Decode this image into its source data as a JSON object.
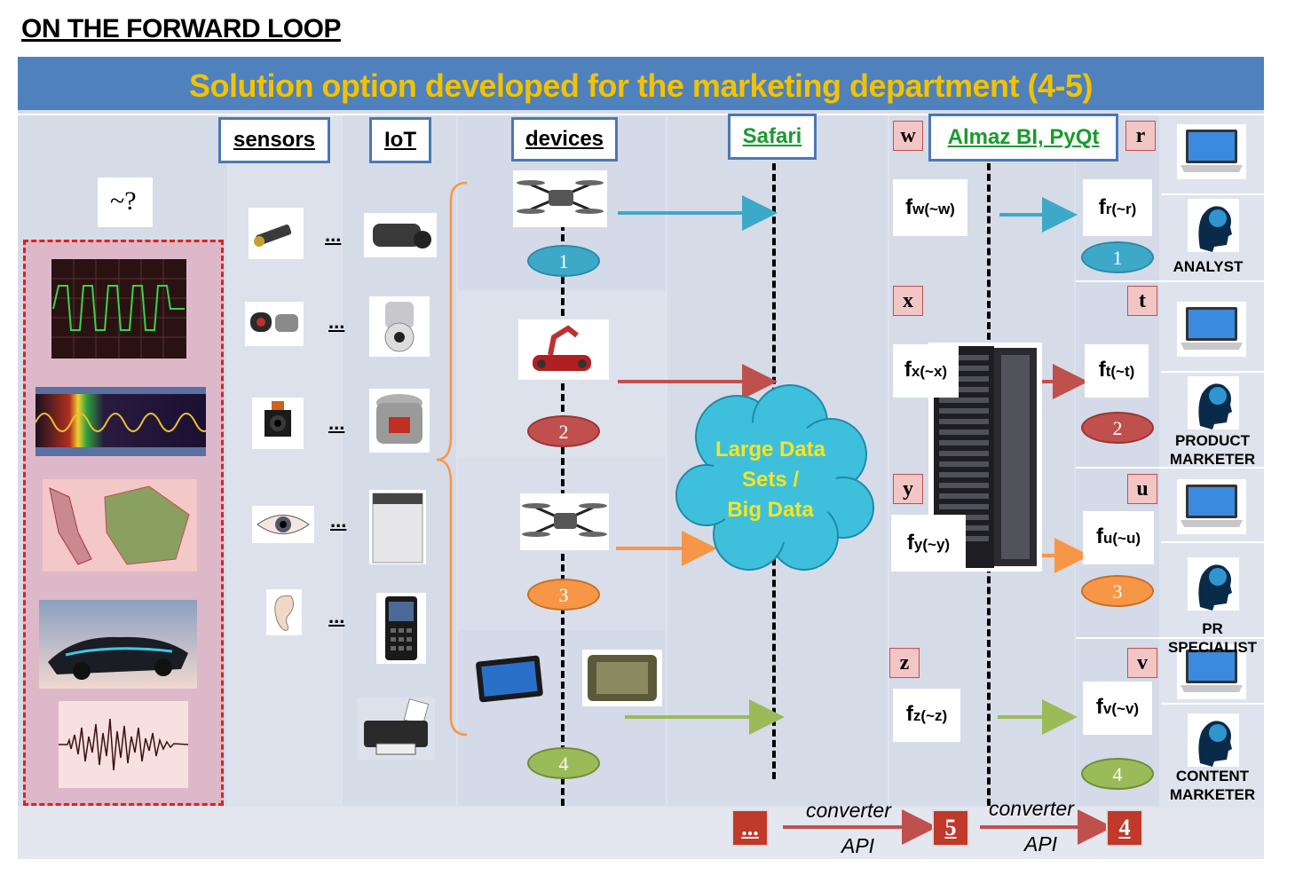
{
  "page_heading": "ON THE FORWARD LOOP",
  "banner_title": "Solution option developed for the marketing department (4-5)",
  "columns": {
    "sensors": "sensors",
    "iot": "IoT",
    "devices": "devices",
    "safari": "Safari",
    "almaz": "Almaz BI, PyQt"
  },
  "signal_symbol": "~?",
  "ellipsis": "...",
  "letters": {
    "w": "w",
    "r": "r",
    "x": "x",
    "t": "t",
    "y": "y",
    "u": "u",
    "z": "z",
    "v": "v"
  },
  "functions": {
    "fw": {
      "main": "f",
      "sub": "w(~w)"
    },
    "fr": {
      "main": "f",
      "sub": "r(~r)"
    },
    "fx": {
      "main": "f",
      "sub": "x(~x)"
    },
    "ft": {
      "main": "f",
      "sub": "t(~t)"
    },
    "fy": {
      "main": "f",
      "sub": "y(~y)"
    },
    "fu": {
      "main": "f",
      "sub": "u(~u)"
    },
    "fz": {
      "main": "f",
      "sub": "z(~z)"
    },
    "fv": {
      "main": "f",
      "sub": "v(~v)"
    }
  },
  "numbers": [
    "1",
    "2",
    "3",
    "4"
  ],
  "cloud_text": [
    "Large Data",
    "Sets /",
    "Big Data"
  ],
  "roles": {
    "analyst": "ANALYST",
    "product_marketer": [
      "PRODUCT",
      "MARKETER"
    ],
    "pr_specialist": "PR SPECIALIST",
    "content_marketer": [
      "CONTENT",
      "MARKETER"
    ]
  },
  "bottom": {
    "converter": "converter",
    "api": "API",
    "box_left": "...",
    "box_mid": "5",
    "box_right": "4"
  },
  "colors": {
    "banner": "#4f81bd",
    "banner_text": "#f2c200",
    "arrow1": "#3ea8c8",
    "arrow2": "#c0504d",
    "arrow3": "#f79646",
    "arrow4": "#9bbb59",
    "cloud": "#3ec0dc"
  }
}
